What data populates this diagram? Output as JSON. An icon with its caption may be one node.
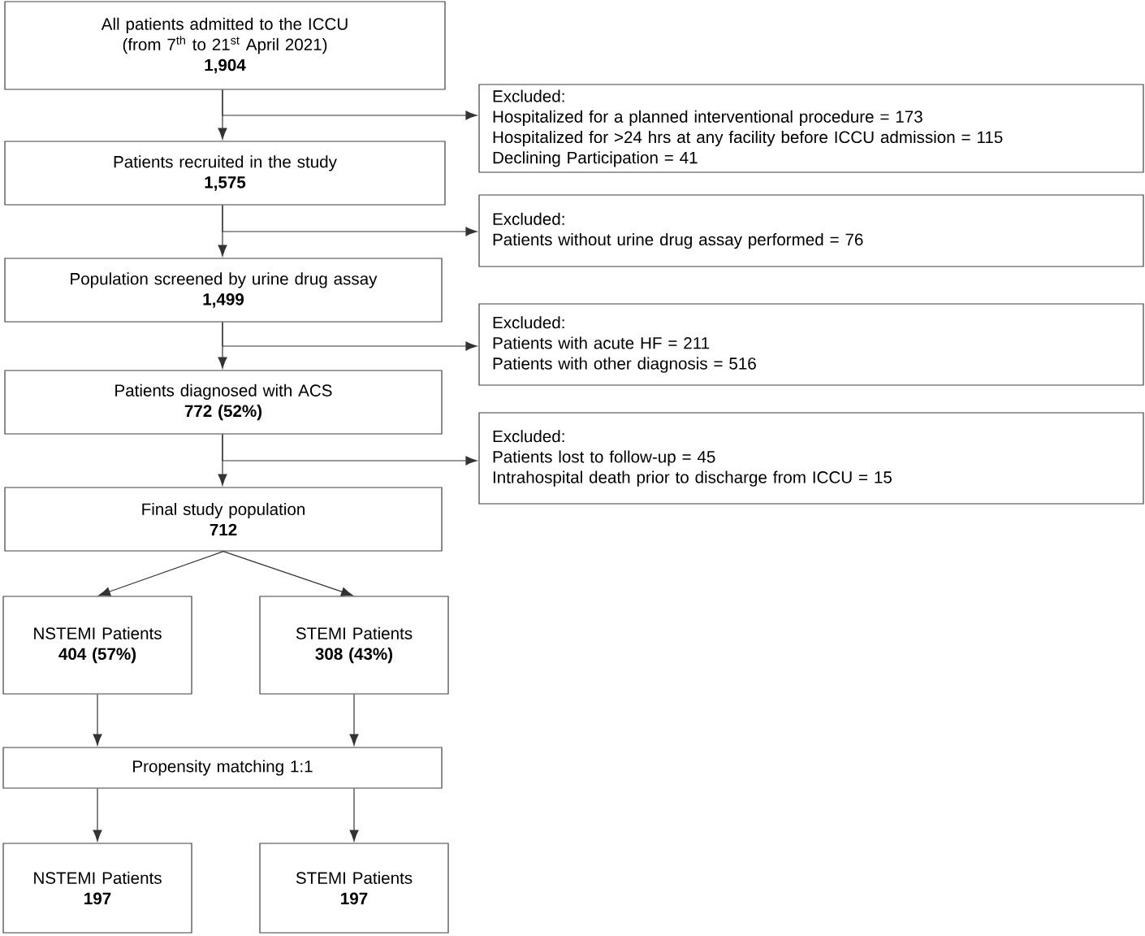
{
  "diagram": {
    "nodes": [
      {
        "text": [
          "All patients admitted to the ICCU (from 7$^{th}$ to 21$^{st}$ April 2021)",
          "1,904"
        ]
      },
      {
        "text": [
          "Excluded:",
          "Hospitalized for a planned interventional procedure = 173",
          "Hospitalized for >24 hrs at any facility before ICCU admission = 115",
          "Declining Participation = 41"
        ]
      },
      {
        "text": [
          "Patients recruited in the study",
          "1,575"
        ]
      },
      {
        "text": [
          "Excluded:",
          "Patients without urine drug assay performed = 76"
        ]
      },
      {
        "text": [
          "Population screened by urine drug assay",
          "1,499"
        ]
      },
      {
        "text": [
          "Excluded:",
          "Patients with acute HF = 211",
          "Patients with other diagnosis = 516"
        ]
      },
      {
        "text": [
          "Patients diagnosed with ACS",
          "772 (52%)"
        ]
      },
      {
        "text": [
          "Excluded:",
          "Patients lost to follow-up = 45",
          "Intrahospital death prior to discharge from ICCU = 15"
        ]
      },
      {
        "text": [
          "Final study population",
          "712"
        ]
      },
      {
        "text": [
          "NSTEMI Patients",
          "404 (57%)"
        ]
      },
      {
        "text": [
          "STEMI Patients",
          "308 (43%)"
        ]
      },
      {
        "text": [
          "Propensity matching 1:1"
        ]
      },
      {
        "text": [
          "NSTEMI Patients",
          "197"
        ]
      },
      {
        "text": [
          "STEMI Patients",
          "197"
        ]
      }
    ],
    "edges": [
      {
        "from": 0,
        "to": 2,
        "arrow": "to"
      },
      {
        "from": 0,
        "to": 1,
        "arrow": "to"
      },
      {
        "from": 2,
        "to": 4,
        "arrow": "to"
      },
      {
        "from": 2,
        "to": 3,
        "arrow": "to"
      },
      {
        "from": 4,
        "to": 6,
        "arrow": "to"
      },
      {
        "from": 4,
        "to": 5,
        "arrow": "to"
      },
      {
        "from": 6,
        "to": 8,
        "arrow": "to"
      },
      {
        "from": 6,
        "to": 7,
        "arrow": "to"
      },
      {
        "from": 8,
        "to": 9,
        "arrow": "to"
      },
      {
        "from": 8,
        "to": 10,
        "arrow": "to"
      },
      {
        "from": 9,
        "to": 11,
        "arrow": "to"
      },
      {
        "from": 10,
        "to": 11,
        "arrow": "to"
      },
      {
        "from": 11,
        "to": 12,
        "arrow": "to"
      },
      {
        "from": 11,
        "to": 13,
        "arrow": "to"
      }
    ]
  }
}
